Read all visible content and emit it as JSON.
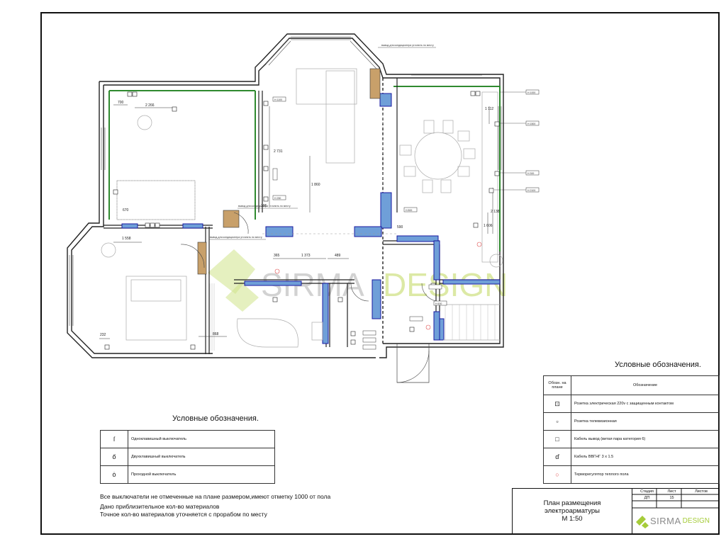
{
  "watermark": {
    "sirma": "SIRMA",
    "design": "DESIGN"
  },
  "legend_right": {
    "title": "Условные обозначения.",
    "col_symbol": "Обозн. на плане",
    "col_name": "Обозначение",
    "rows": [
      {
        "icon": "socket-icon",
        "text": "Розетка электрическая 220v с защищенным контактом"
      },
      {
        "icon": "tv-socket-icon",
        "text": "Розетка телевизионная"
      },
      {
        "icon": "cable-outlet-icon",
        "text": "Кабель вывод (витая пара категория 6)"
      },
      {
        "icon": "cable-vvg-icon",
        "text": "Кабель ВВГНГ 3 х 1.5"
      },
      {
        "icon": "thermostat-icon",
        "text": "Терморегулятор теплого пола"
      }
    ]
  },
  "legend_left": {
    "title": "Условные обозначения.",
    "rows": [
      {
        "icon": "single-switch-icon",
        "text": "Одноклавишный выключатель"
      },
      {
        "icon": "double-switch-icon",
        "text": "Двухклавишный выключатель"
      },
      {
        "icon": "passthrough-switch-icon",
        "text": "Проходной выключатель"
      }
    ]
  },
  "notes": [
    "Все выключатели не отмеченные на плане размером,имеют отметку 1000 от пола",
    "Дано приблизительное кол-во материалов",
    "Точное кол-во материалов уточняется с прорабом по месту"
  ],
  "stamp": {
    "title_lines": [
      "План размещения",
      "электроарматуры",
      "М 1:50"
    ],
    "stage_label": "Стадия",
    "sheet_label": "Лист",
    "sheets_label": "Листов",
    "stage_value": "ДП",
    "sheet_value": "15",
    "logo_sirma": "SIRMA",
    "logo_design": "DESIGN"
  },
  "dimensions": [
    "700",
    "2 266",
    "2 731",
    "1 860",
    "670",
    "1 558",
    "365",
    "1 373",
    "489",
    "232",
    "868",
    "1 112",
    "2 138",
    "1 606",
    "590",
    "295"
  ],
  "wire_tags": [
    "Н 1000",
    "Н 1500",
    "Н 300",
    "Н 2100",
    "Н 1100",
    "Н 250",
    "Н 800",
    "Н 600"
  ],
  "callouts": [
    "вывод для кондиционера уточнить по месту"
  ],
  "colors": {
    "wall": "#222222",
    "accent_blue": "#6f9fd8",
    "outline_blue": "#1a1aa0",
    "green_wall": "#2f8a2f",
    "door_brown": "#c8a06a",
    "logo_green": "#a6cc3a",
    "logo_gray": "#8a8a8a",
    "thermo_red": "#e05050"
  }
}
